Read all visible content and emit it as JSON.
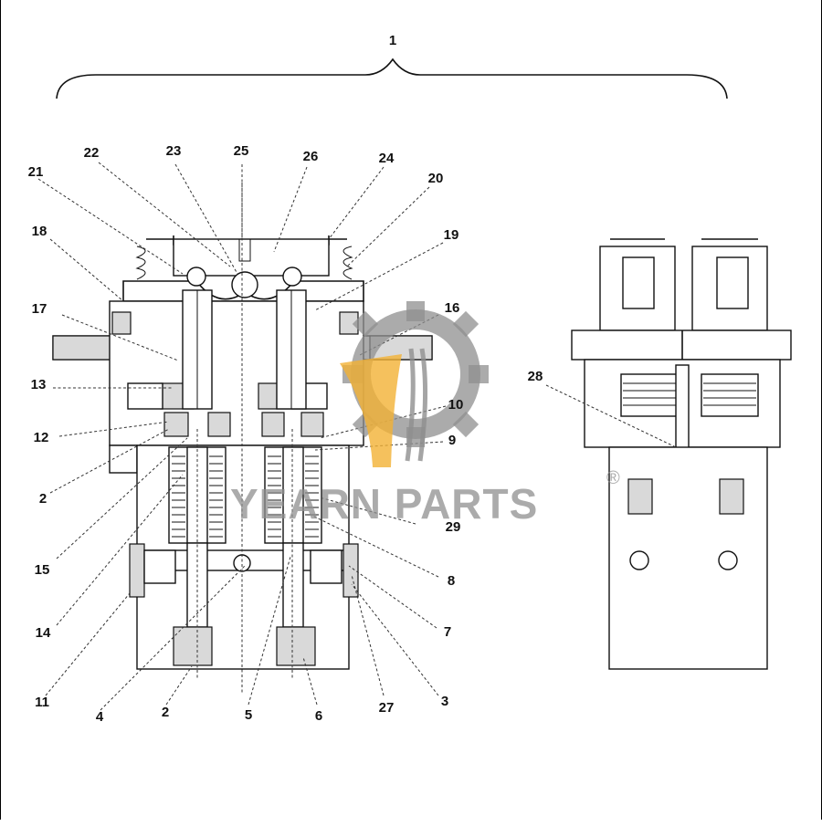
{
  "diagram": {
    "assembly_label": "1",
    "callouts": [
      {
        "id": "c1",
        "text": "1"
      },
      {
        "id": "c2a",
        "text": "2"
      },
      {
        "id": "c2b",
        "text": "2"
      },
      {
        "id": "c3",
        "text": "3"
      },
      {
        "id": "c4",
        "text": "4"
      },
      {
        "id": "c5",
        "text": "5"
      },
      {
        "id": "c6",
        "text": "6"
      },
      {
        "id": "c7",
        "text": "7"
      },
      {
        "id": "c8",
        "text": "8"
      },
      {
        "id": "c9",
        "text": "9"
      },
      {
        "id": "c10",
        "text": "10"
      },
      {
        "id": "c11",
        "text": "11"
      },
      {
        "id": "c12",
        "text": "12"
      },
      {
        "id": "c13",
        "text": "13"
      },
      {
        "id": "c14",
        "text": "14"
      },
      {
        "id": "c15",
        "text": "15"
      },
      {
        "id": "c16",
        "text": "16"
      },
      {
        "id": "c17",
        "text": "17"
      },
      {
        "id": "c18",
        "text": "18"
      },
      {
        "id": "c19",
        "text": "19"
      },
      {
        "id": "c20",
        "text": "20"
      },
      {
        "id": "c21",
        "text": "21"
      },
      {
        "id": "c22",
        "text": "22"
      },
      {
        "id": "c23",
        "text": "23"
      },
      {
        "id": "c24",
        "text": "24"
      },
      {
        "id": "c25",
        "text": "25"
      },
      {
        "id": "c26",
        "text": "26"
      },
      {
        "id": "c27",
        "text": "27"
      },
      {
        "id": "c28",
        "text": "28"
      },
      {
        "id": "c29",
        "text": "29"
      }
    ]
  },
  "watermark": {
    "text": "YEARN PARTS",
    "registered": "®",
    "logo_icon": "gear-logo-icon",
    "color": "#8f8f8f",
    "accent": "#f2b134"
  },
  "colors": {
    "line": "#111111",
    "shade": "#d9d9d9",
    "background": "#ffffff"
  }
}
